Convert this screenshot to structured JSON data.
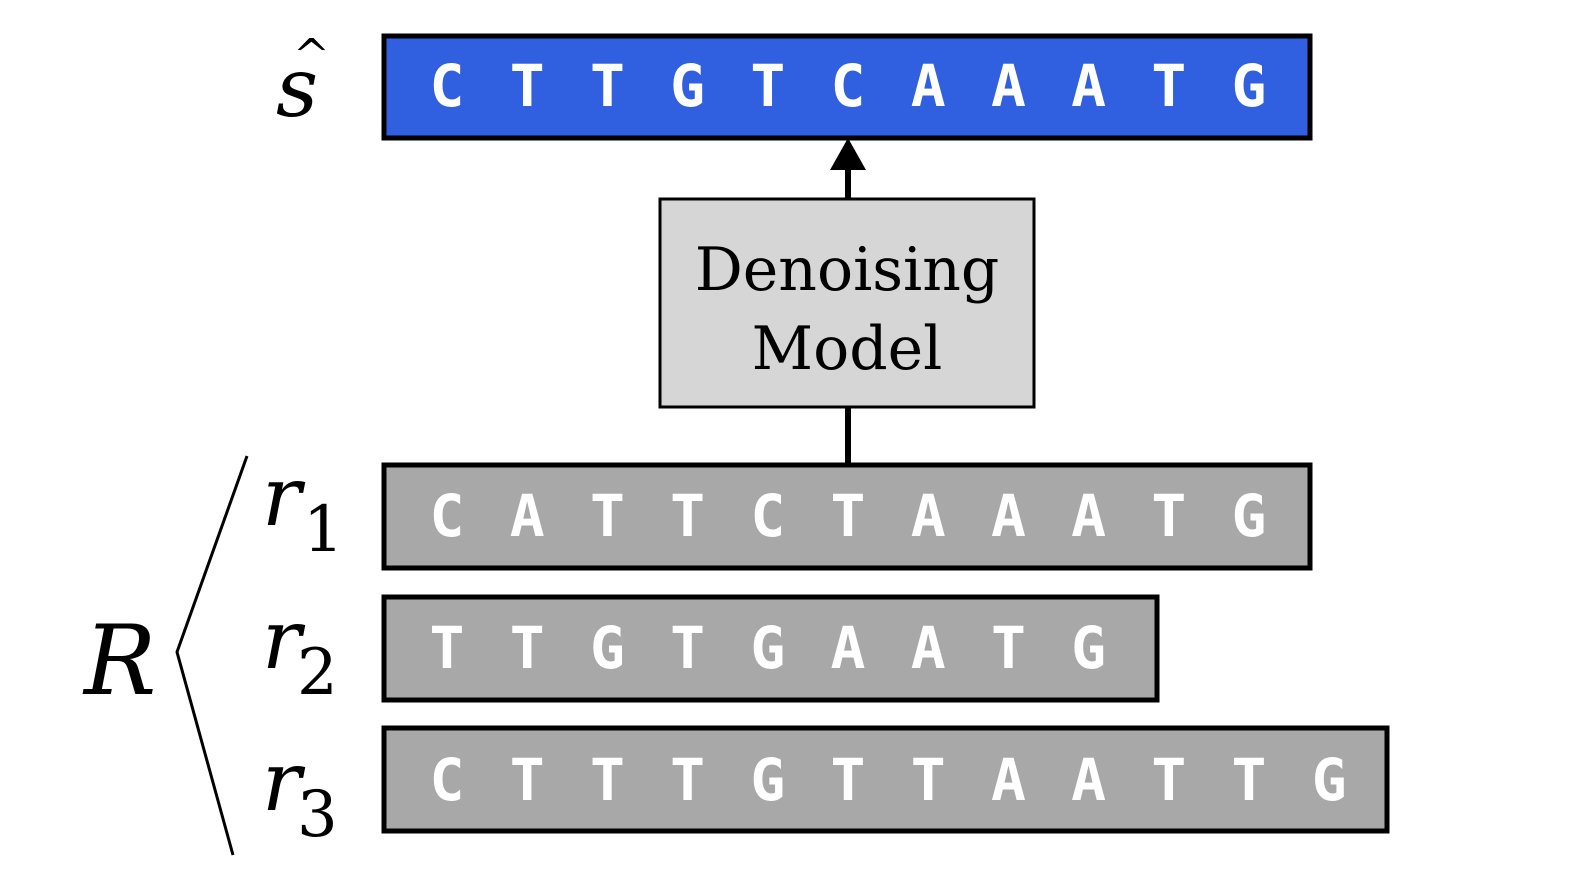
{
  "output": {
    "label": "s",
    "hat": "^",
    "sequence": [
      "C",
      "T",
      "T",
      "G",
      "T",
      "C",
      "A",
      "A",
      "A",
      "T",
      "G"
    ],
    "fill": "#3060E0"
  },
  "model": {
    "line1": "Denoising",
    "line2": "Model",
    "fill": "#D6D6D6"
  },
  "reads_group": {
    "label": "R"
  },
  "reads": [
    {
      "label": "r",
      "index": "1",
      "sequence": [
        "C",
        "A",
        "T",
        "T",
        "C",
        "T",
        "A",
        "A",
        "A",
        "T",
        "G"
      ]
    },
    {
      "label": "r",
      "index": "2",
      "sequence": [
        "T",
        "T",
        "G",
        "T",
        "G",
        "A",
        "A",
        "T",
        "G"
      ]
    },
    {
      "label": "r",
      "index": "3",
      "sequence": [
        "C",
        "T",
        "T",
        "T",
        "G",
        "T",
        "T",
        "A",
        "A",
        "T",
        "T",
        "G"
      ]
    }
  ],
  "colors": {
    "read_fill": "#A8A8A8",
    "stroke": "#000000",
    "letter": "#FFFFFF"
  }
}
